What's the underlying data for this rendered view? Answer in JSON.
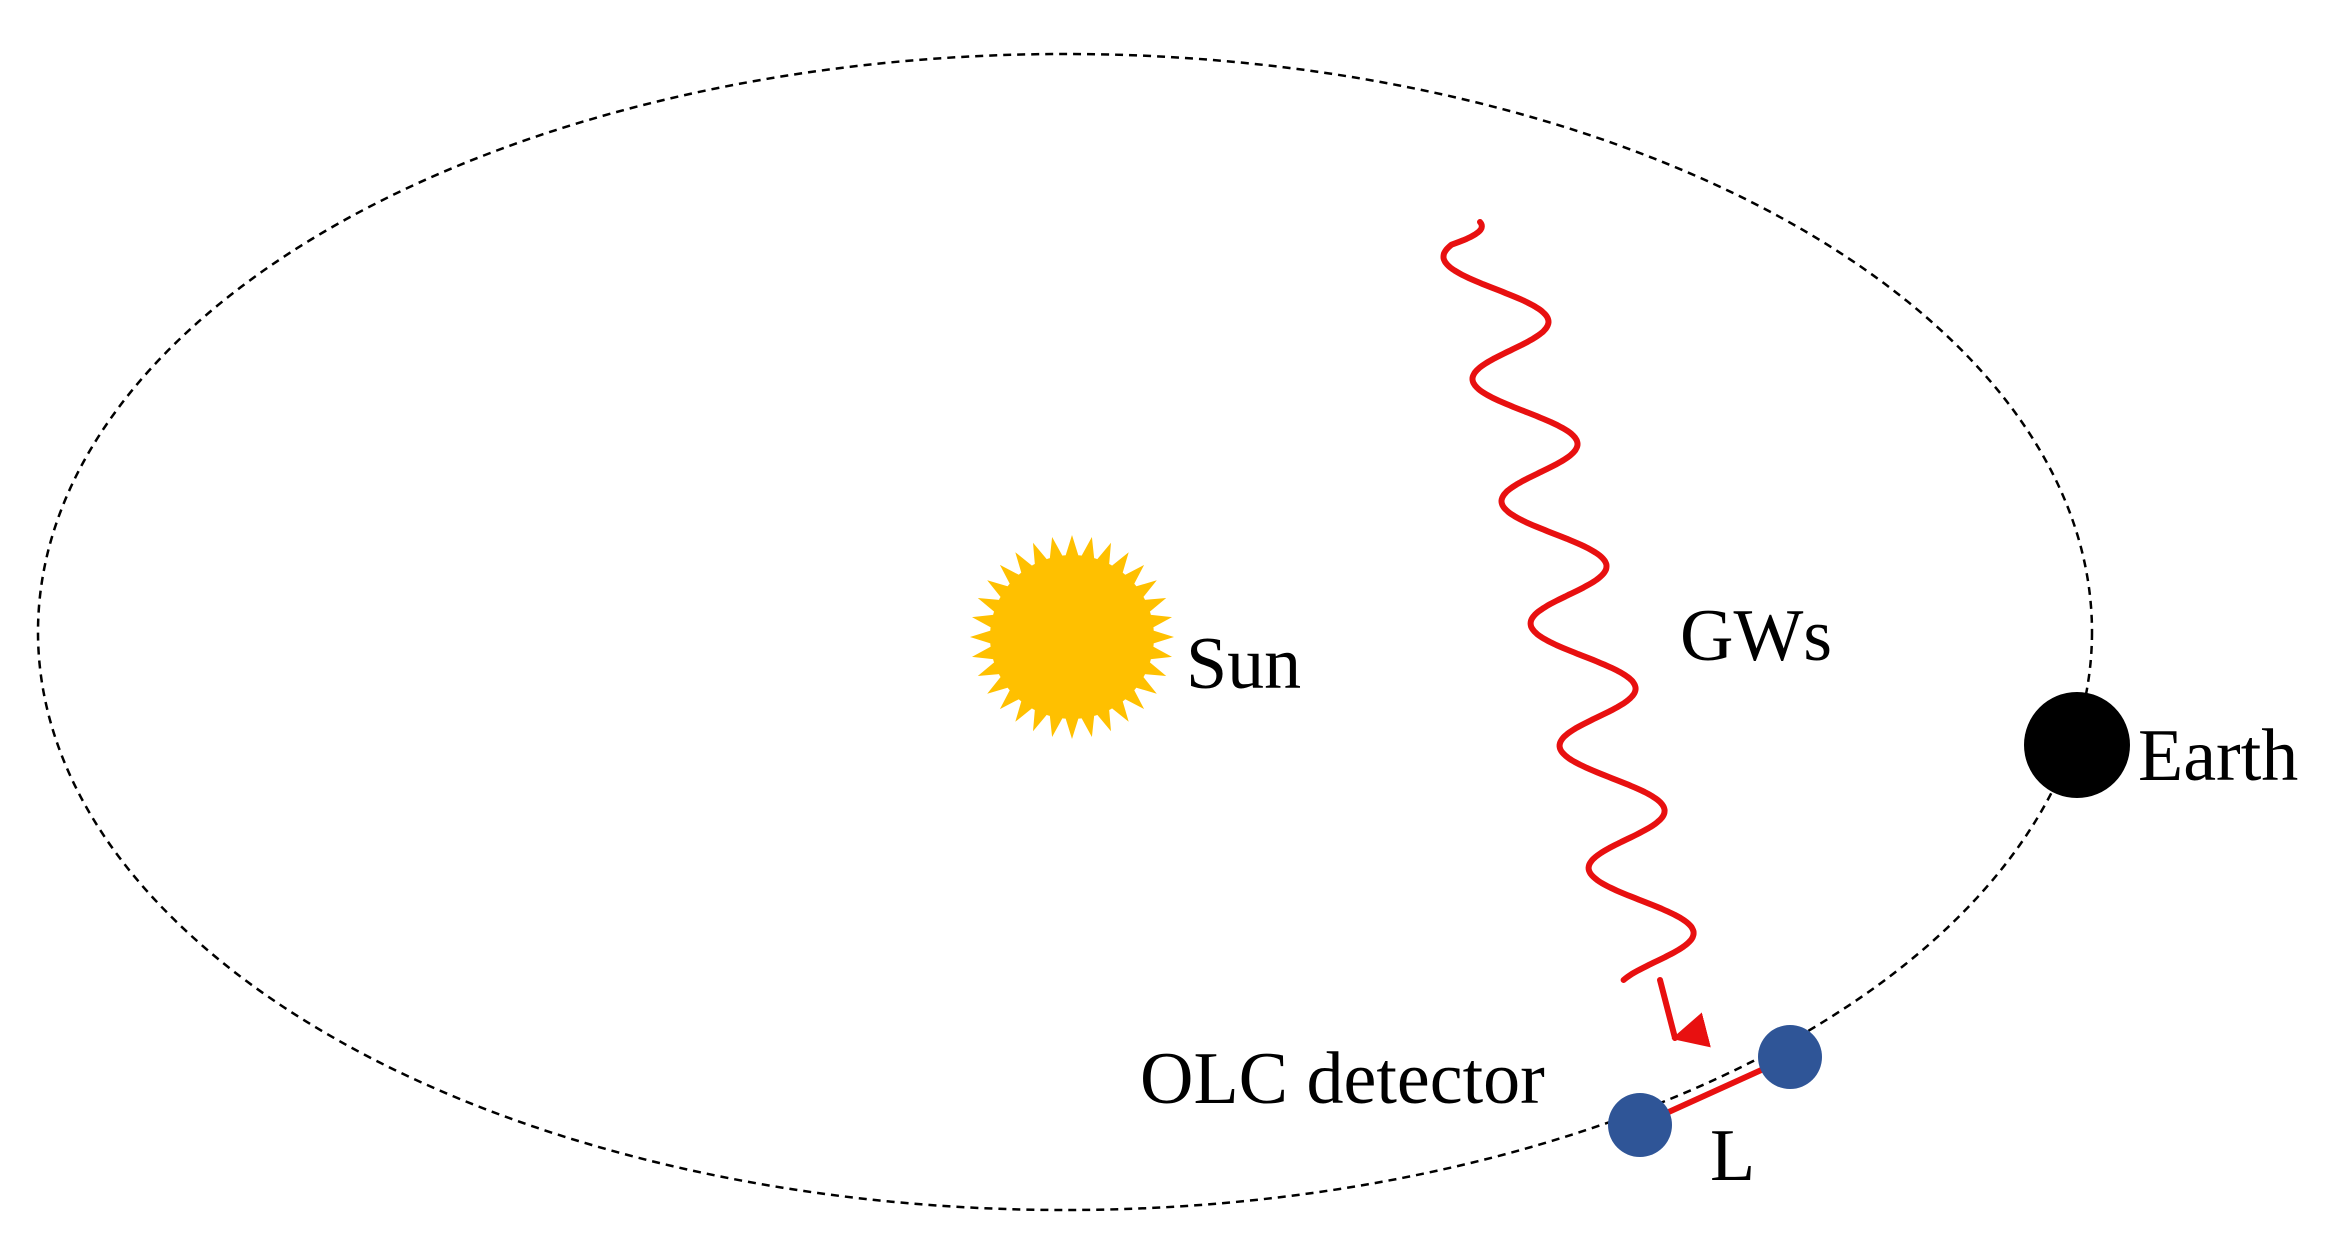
{
  "labels": {
    "sun": "Sun",
    "gws": "GWs",
    "earth": "Earth",
    "detector": "OLC detector",
    "baseline": "L"
  },
  "colors": {
    "orbit": "#000000",
    "sun": "#FFC000",
    "wave": "#E81010",
    "earth": "#000000",
    "satellite": "#2F5597",
    "link": "#E81010",
    "text": "#000000"
  },
  "icons": {
    "sun": "sun-icon",
    "earth": "earth-icon",
    "satellite": "satellite-icon",
    "wave": "gravitational-wave-arrow"
  }
}
